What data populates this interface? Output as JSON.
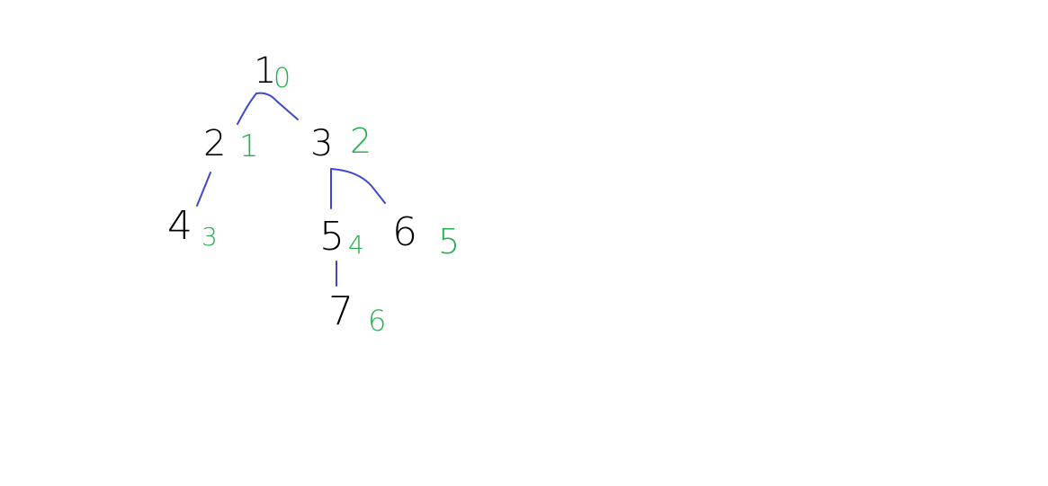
{
  "colors": {
    "node_label": "#000000",
    "index_label": "#22b14c",
    "edge": "#3f48cc",
    "background": "#ffffff"
  },
  "tree": {
    "nodes": [
      {
        "id": "n1",
        "label": "1",
        "index": "0"
      },
      {
        "id": "n2",
        "label": "2",
        "index": "1"
      },
      {
        "id": "n3",
        "label": "3",
        "index": "2"
      },
      {
        "id": "n4",
        "label": "4",
        "index": "3"
      },
      {
        "id": "n5",
        "label": "5",
        "index": "4"
      },
      {
        "id": "n6",
        "label": "6",
        "index": "5"
      },
      {
        "id": "n7",
        "label": "7",
        "index": "6"
      }
    ],
    "edges": [
      {
        "from": "n1",
        "to": "n2"
      },
      {
        "from": "n1",
        "to": "n3"
      },
      {
        "from": "n2",
        "to": "n4"
      },
      {
        "from": "n3",
        "to": "n5"
      },
      {
        "from": "n3",
        "to": "n6"
      },
      {
        "from": "n5",
        "to": "n7"
      }
    ]
  }
}
